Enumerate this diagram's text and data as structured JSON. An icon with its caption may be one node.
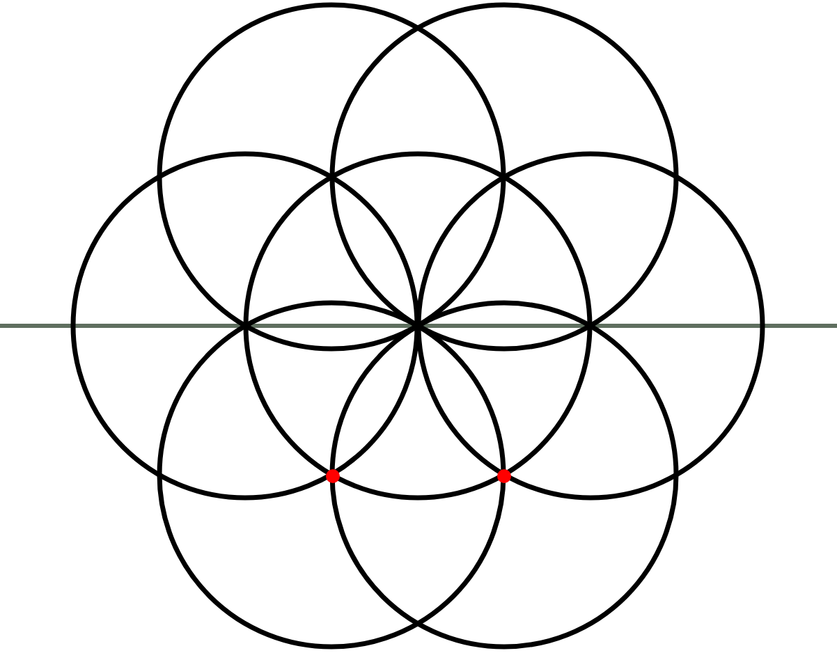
{
  "diagram": {
    "nodes": [
      {
        "text": [],
        "shape": "circle"
      },
      {
        "text": [],
        "shape": "circle"
      },
      {
        "text": [],
        "shape": "circle"
      },
      {
        "text": [],
        "shape": "circle"
      },
      {
        "text": [],
        "shape": "circle"
      },
      {
        "text": [],
        "shape": "circle"
      },
      {
        "text": [],
        "shape": "circle"
      }
    ]
  }
}
